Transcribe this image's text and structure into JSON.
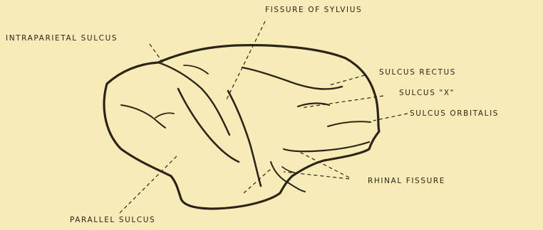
{
  "colors": {
    "background": "#f7ecb8",
    "ink": "#2b2418"
  },
  "labels": {
    "fissure_of_sylvius": "FISSURE OF SYLVIUS",
    "intraparietal_sulcus": "INTRAPARIETAL SULCUS",
    "sulcus_rectus": "SULCUS RECTUS",
    "sulcus_x": "SULCUS \"X\"",
    "sulcus_orbitalis": "SULCUS   ORBITALIS",
    "rhinal_fissure": "RHINAL FISSURE",
    "parallel_sulcus": "PARALLEL SULCUS"
  }
}
